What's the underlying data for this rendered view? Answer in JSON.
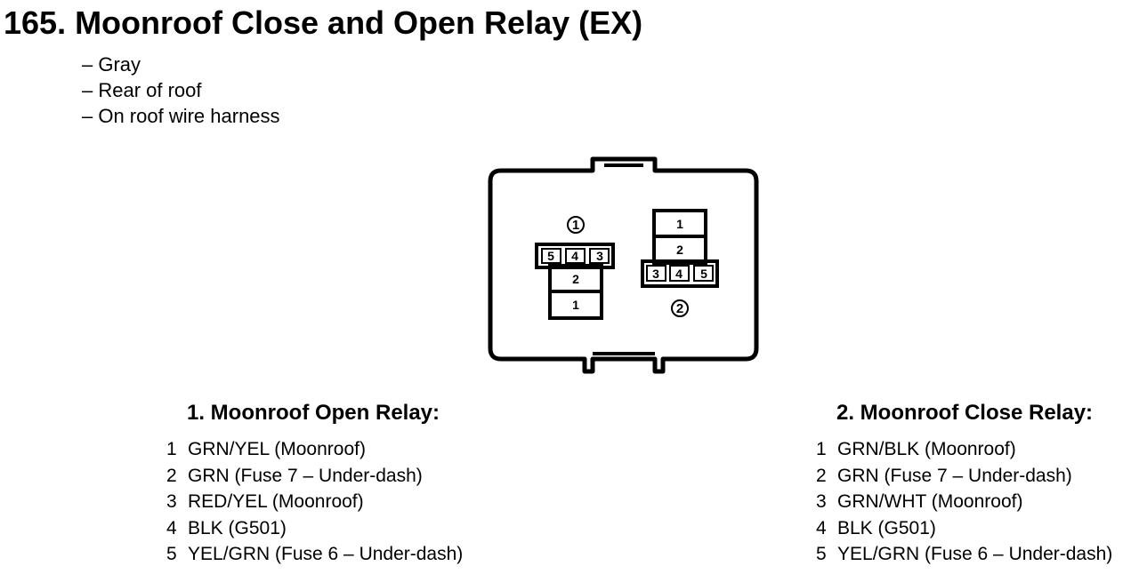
{
  "title": "165. Moonroof Close and Open Relay (EX)",
  "description": [
    "– Gray",
    "– Rear of roof",
    "– On roof wire harness"
  ],
  "connector": {
    "relay1_callout": "1",
    "relay2_callout": "2",
    "relay1_pins": {
      "p5": "5",
      "p4": "4",
      "p3": "3",
      "p2": "2",
      "p1": "1"
    },
    "relay2_pins": {
      "p1": "1",
      "p2": "2",
      "p3": "3",
      "p4": "4",
      "p5": "5"
    }
  },
  "relay1": {
    "heading": "1. Moonroof Open Relay:",
    "pins": [
      {
        "num": "1",
        "desc": "GRN/YEL (Moonroof)"
      },
      {
        "num": "2",
        "desc": "GRN (Fuse 7 – Under-dash)"
      },
      {
        "num": "3",
        "desc": "RED/YEL (Moonroof)"
      },
      {
        "num": "4",
        "desc": "BLK (G501)"
      },
      {
        "num": "5",
        "desc": "YEL/GRN (Fuse 6 – Under-dash)"
      }
    ]
  },
  "relay2": {
    "heading": "2. Moonroof Close Relay:",
    "pins": [
      {
        "num": "1",
        "desc": "GRN/BLK (Moonroof)"
      },
      {
        "num": "2",
        "desc": "GRN (Fuse 7 – Under-dash)"
      },
      {
        "num": "3",
        "desc": "GRN/WHT (Moonroof)"
      },
      {
        "num": "4",
        "desc": "BLK (G501)"
      },
      {
        "num": "5",
        "desc": "YEL/GRN (Fuse 6 – Under-dash)"
      }
    ]
  }
}
